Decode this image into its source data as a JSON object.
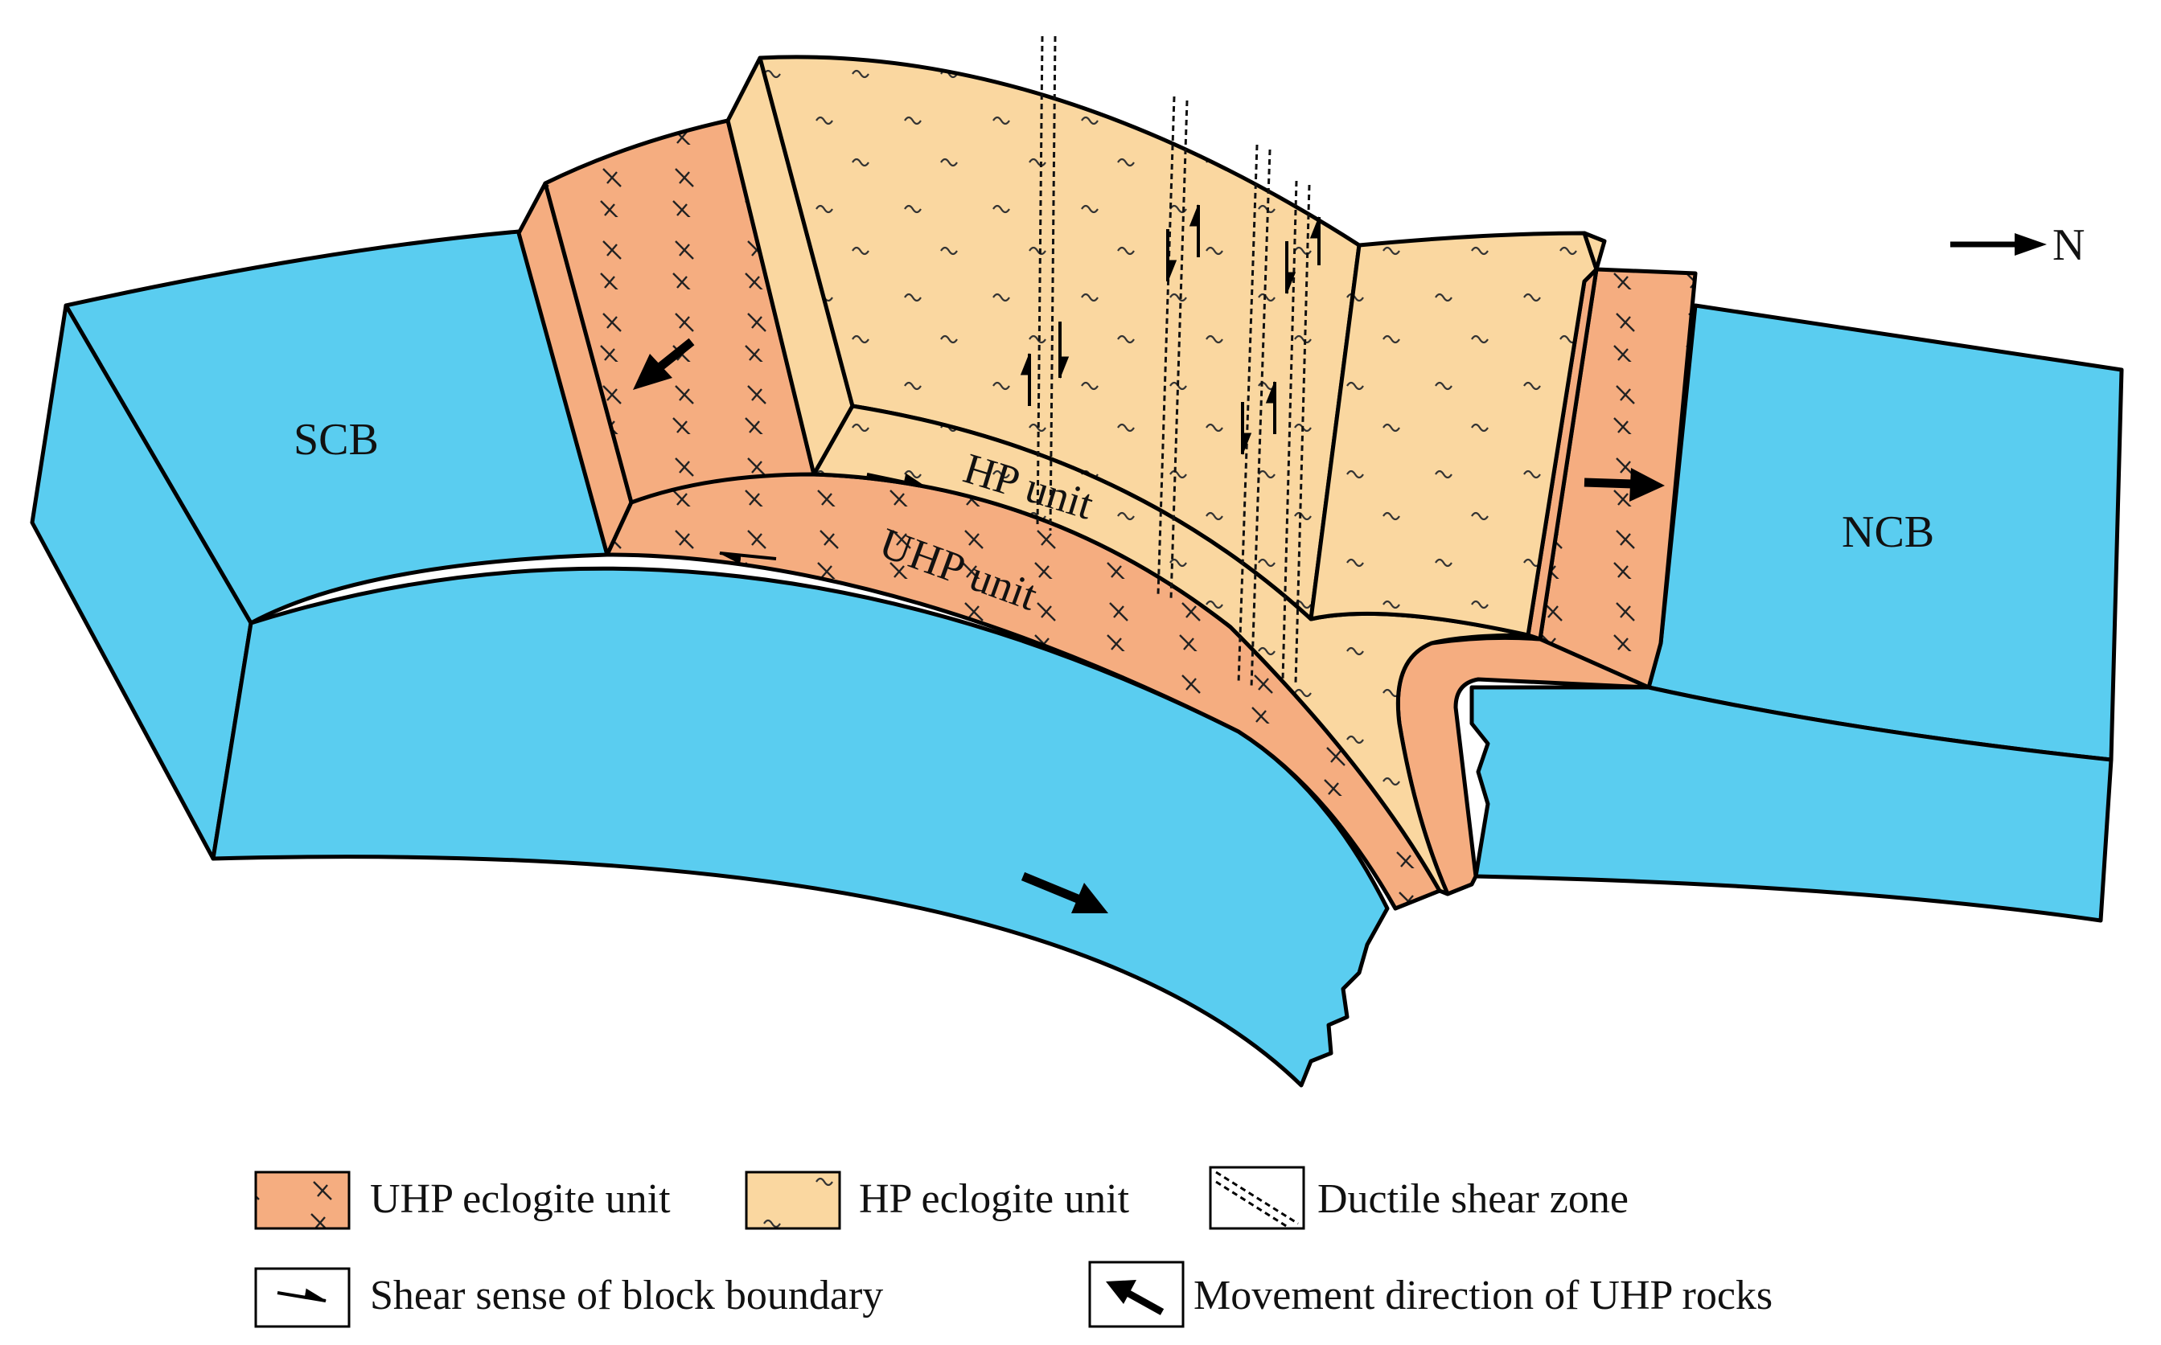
{
  "labels": {
    "scb": "SCB",
    "ncb": "NCB",
    "hp_unit": "HP unit",
    "uhp_unit": "UHP unit",
    "north": "N"
  },
  "legend": {
    "uhp_eclogite": "UHP eclogite unit",
    "hp_eclogite": "HP eclogite unit",
    "ductile_shear": "Ductile shear zone",
    "shear_sense": "Shear sense of block boundary",
    "movement": "Movement direction of UHP rocks"
  },
  "colors": {
    "blue": "#5acdf0",
    "uhp": "#f5ad80",
    "hp": "#fad7a0",
    "outline": "#000000"
  },
  "icons": {
    "shear_arrow": "half-arrow",
    "movement_arrow": "bold-arrow",
    "north_arrow": "arrow-right"
  }
}
